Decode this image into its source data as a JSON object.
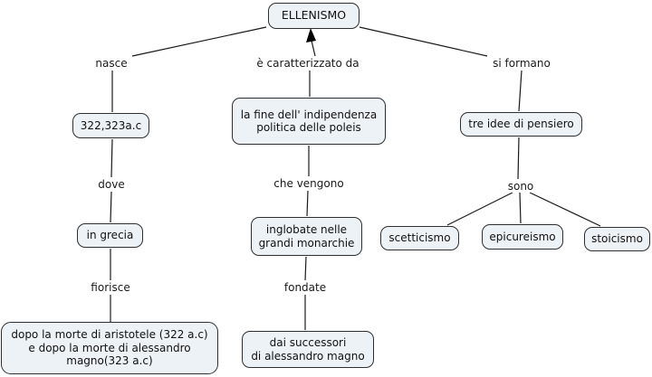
{
  "colors": {
    "background": "#ffffff",
    "node_fill": "#edf2f7",
    "node_border": "#2f2f2f",
    "line": "#1a1a1a",
    "text": "#111111"
  },
  "root": {
    "label": "ELLENISMO"
  },
  "branches": {
    "left": {
      "link1": "nasce",
      "node1": "322,323a.c",
      "link2": "dove",
      "node2": "in grecia",
      "link3": "fiorisce",
      "node3": "dopo la morte di aristotele (322 a.c)\ne dopo la morte di alessandro\nmagno(323 a.c)"
    },
    "center": {
      "link1": "è caratterizzato da",
      "node1": "la fine dell' indipendenza\npolitica delle poleis",
      "link2": "che vengono",
      "node2": "inglobate nelle\ngrandi monarchie",
      "link3": "fondate",
      "node3": "dai successori\ndi alessandro magno"
    },
    "right": {
      "link1": "si formano",
      "node1": "tre idee di pensiero",
      "link2": "sono",
      "leaves": [
        "scetticismo",
        "epicureismo",
        "stoicismo"
      ]
    }
  }
}
